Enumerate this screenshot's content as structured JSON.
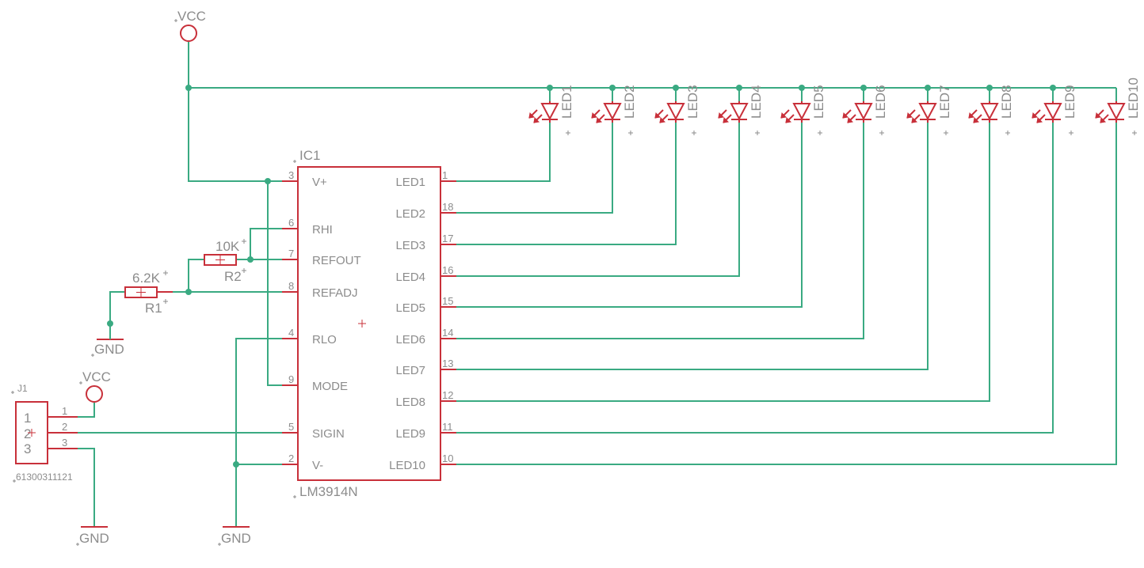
{
  "ic": {
    "name": "IC1",
    "value": "LM3914N",
    "left_pins": [
      {
        "num": "3",
        "name": "V+"
      },
      {
        "num": "6",
        "name": "RHI"
      },
      {
        "num": "7",
        "name": "REFOUT"
      },
      {
        "num": "8",
        "name": "REFADJ"
      },
      {
        "num": "4",
        "name": "RLO"
      },
      {
        "num": "9",
        "name": "MODE"
      },
      {
        "num": "5",
        "name": "SIGIN"
      },
      {
        "num": "2",
        "name": "V-"
      }
    ],
    "right_pins": [
      {
        "num": "1",
        "name": "LED1"
      },
      {
        "num": "18",
        "name": "LED2"
      },
      {
        "num": "17",
        "name": "LED3"
      },
      {
        "num": "16",
        "name": "LED4"
      },
      {
        "num": "15",
        "name": "LED5"
      },
      {
        "num": "14",
        "name": "LED6"
      },
      {
        "num": "13",
        "name": "LED7"
      },
      {
        "num": "12",
        "name": "LED8"
      },
      {
        "num": "11",
        "name": "LED9"
      },
      {
        "num": "10",
        "name": "LED10"
      }
    ]
  },
  "leds": [
    "LED1",
    "LED2",
    "LED3",
    "LED4",
    "LED5",
    "LED6",
    "LED7",
    "LED8",
    "LED9",
    "LED10"
  ],
  "resistors": {
    "r1": {
      "name": "R1",
      "value": "6.2K"
    },
    "r2": {
      "name": "R2",
      "value": "10K"
    }
  },
  "connector": {
    "name": "J1",
    "value": "61300311121",
    "pins": [
      "1",
      "2",
      "3"
    ]
  },
  "power": {
    "vcc_top": "VCC",
    "vcc_conn": "VCC",
    "gnd_r1": "GND",
    "gnd_conn": "GND",
    "gnd_ic": "GND"
  },
  "colors": {
    "wire": "#3aaa82",
    "part": "#c8303a",
    "text": "#8c8c8c"
  }
}
